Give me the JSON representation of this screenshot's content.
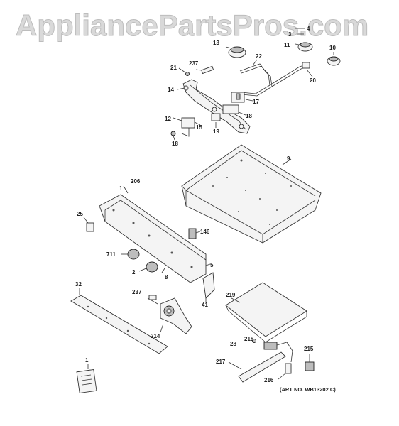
{
  "watermark": "AppliancePartsPros.com",
  "labels": {
    "p1": "1",
    "p2": "2",
    "p4": "4",
    "p3": "3",
    "p5": "5",
    "p8": "8",
    "p9": "9",
    "p10": "10",
    "p11": "11",
    "p12": "12",
    "p13": "13",
    "p14": "14",
    "p15": "15",
    "p17": "17",
    "p18a": "18",
    "p18b": "18",
    "p19": "19",
    "p20": "20",
    "p21": "21",
    "p22": "22",
    "p25": "25",
    "p28": "28",
    "p32": "32",
    "p41": "41",
    "p146": "146",
    "p206": "206",
    "p214": "214",
    "p215": "215",
    "p216": "216",
    "p217": "217",
    "p218": "218",
    "p219": "219",
    "p237a": "237",
    "p237b": "237",
    "p711": "711",
    "p1b": "1"
  },
  "art_no": "(ART NO. WB13202 C)"
}
